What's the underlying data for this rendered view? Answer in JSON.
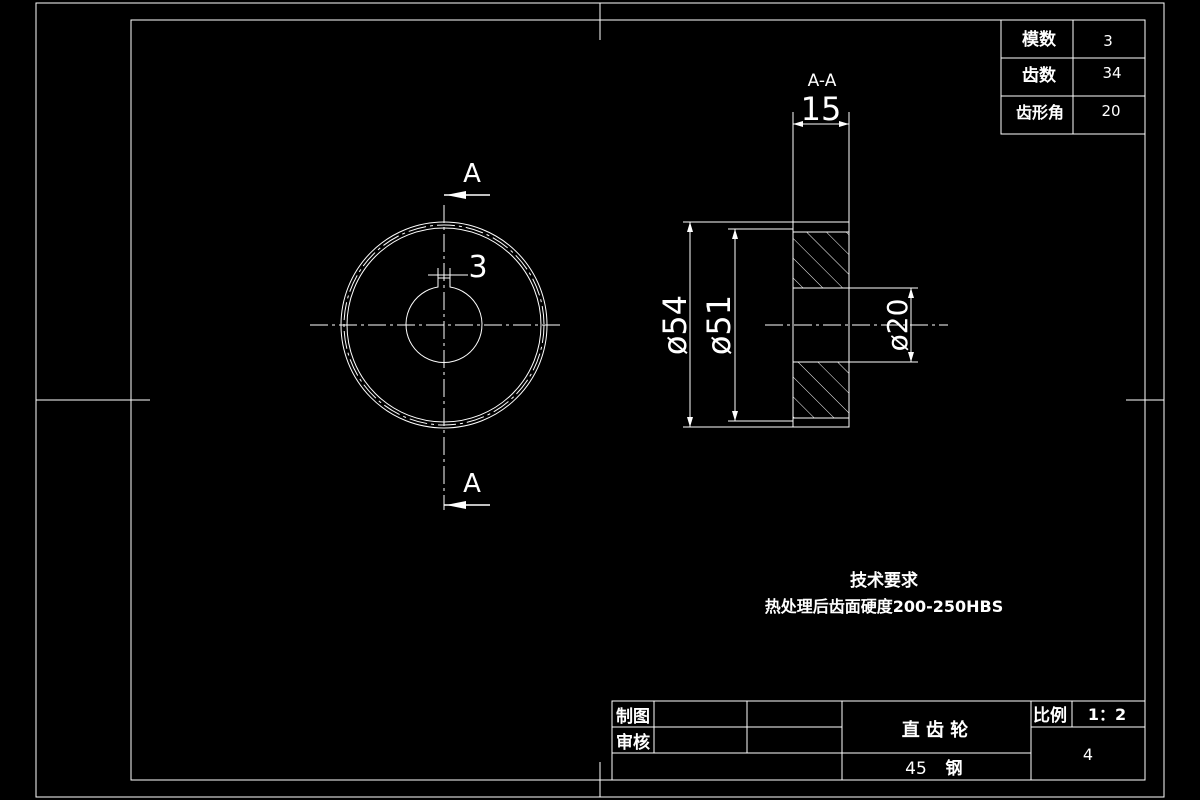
{
  "param_table": {
    "rows": [
      {
        "label": "模数",
        "value": "3"
      },
      {
        "label": "齿数",
        "value": "34"
      },
      {
        "label": "齿形角",
        "value": "20"
      }
    ]
  },
  "section_label": "A-A",
  "cut_markers": [
    "A",
    "A"
  ],
  "dimensions": {
    "keyway_width": "3",
    "face_width": "15",
    "outer_diameter": "ø54",
    "pitch_diameter": "ø51",
    "bore_diameter": "ø20"
  },
  "tech_requirements": {
    "title": "技术要求",
    "text": "热处理后齿面硬度200-250HBS"
  },
  "title_block": {
    "drawn_by_label": "制图",
    "checked_by_label": "审核",
    "part_name": "直 齿 轮",
    "material_num": "45",
    "material_text": "钢",
    "scale_label": "比例",
    "scale_value": "1：2",
    "sheet_number": "4"
  },
  "colors": {
    "background": "#000000",
    "lines": "#ffffff"
  }
}
